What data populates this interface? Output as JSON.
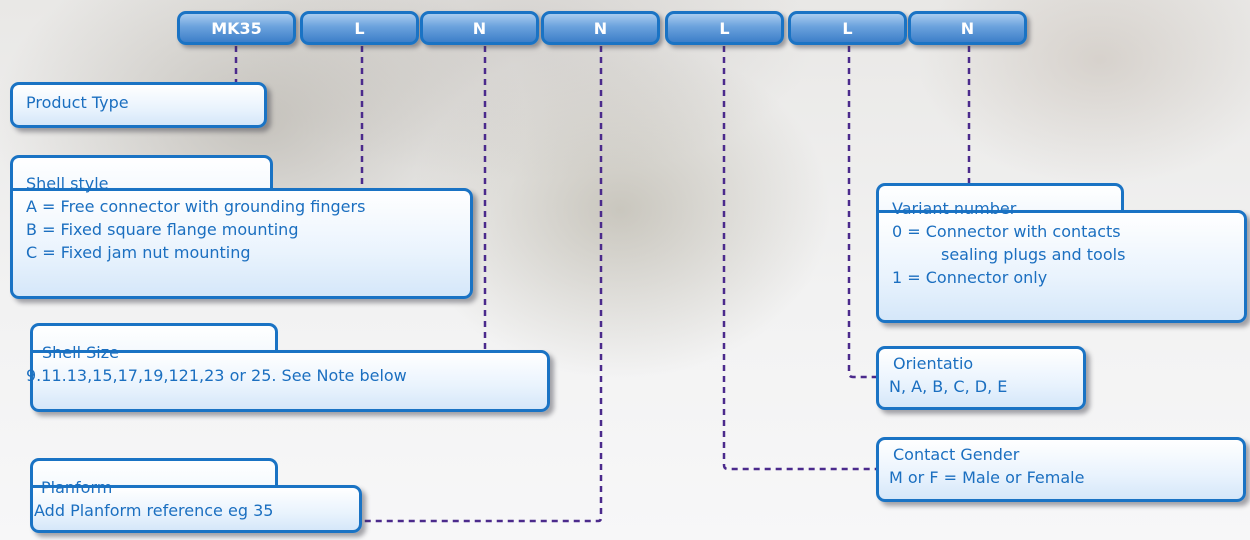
{
  "code_segments": [
    "MK35",
    "L",
    "N",
    "N",
    "L",
    "L",
    "N"
  ],
  "product_type": {
    "title": "Product Type"
  },
  "shell_style": {
    "title": "Shell style",
    "options": [
      "A = Free connector with grounding fingers",
      "B = Fixed square flange mounting",
      "C = Fixed jam nut mounting"
    ]
  },
  "shell_size": {
    "title": "Shell Size",
    "text": "9.11.13,15,17,19,121,23 or 25. See Note below"
  },
  "planform": {
    "title": "Planform",
    "text": "Add Planform reference eg 35"
  },
  "variant_number": {
    "title": "Variant number",
    "lines": [
      "0 = Connector with contacts",
      "sealing plugs and tools",
      "1 = Connector only"
    ]
  },
  "orientation": {
    "title": "Orientatio",
    "text": "N, A, B, C, D, E"
  },
  "contact_gender": {
    "title": "Contact Gender",
    "text": "M or F = Male or Female"
  },
  "colors": {
    "accent": "#1a73c4",
    "text": "#1b6fc0",
    "connector_line": "#4b2a8c"
  }
}
